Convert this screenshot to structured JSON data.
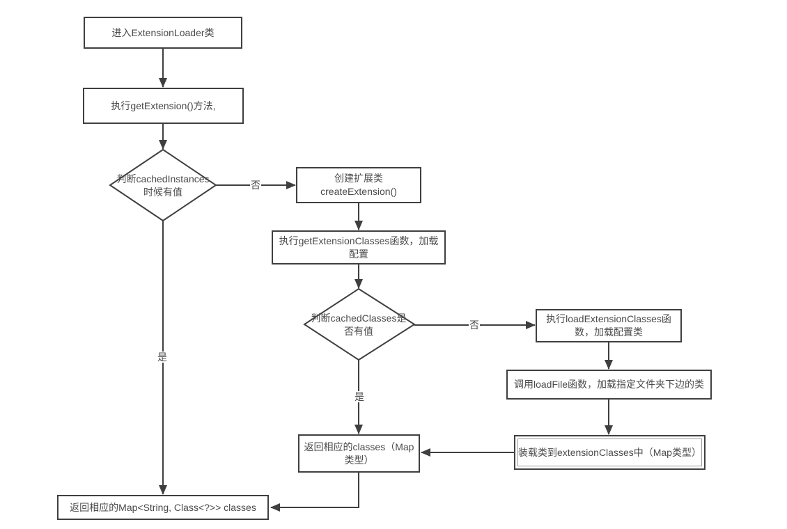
{
  "colors": {
    "line": "#3f3f3f",
    "text": "#4a4a4a",
    "background": "#ffffff"
  },
  "nodes": {
    "enter_loader": {
      "label": "进入ExtensionLoader类"
    },
    "get_extension": {
      "label": "执行getExtension()方法,"
    },
    "check_cached_instances": {
      "label": "判断cachedInstances\n时候有值"
    },
    "create_extension": {
      "label": "创建扩展类\ncreateExtension()"
    },
    "get_extension_classes": {
      "label": "执行getExtensionClasses函数，加载\n配置"
    },
    "check_cached_classes": {
      "label": "判断cachedClasses是\n否有值"
    },
    "load_extension_classes": {
      "label": "执行loadExtensionClasses函\n数，加载配置类"
    },
    "load_file": {
      "label": "调用loadFile函数，加载指定文件夹下边的类"
    },
    "load_to_map": {
      "label": "装载类到extensionClasses中（Map类型）"
    },
    "return_classes": {
      "label": "返回相应的classes（Map\n类型）"
    },
    "return_map": {
      "label": "返回相应的Map<String, Class<?>> classes"
    }
  },
  "edge_labels": {
    "instances_no": "否",
    "instances_yes": "是",
    "classes_no": "否",
    "classes_yes": "是"
  }
}
